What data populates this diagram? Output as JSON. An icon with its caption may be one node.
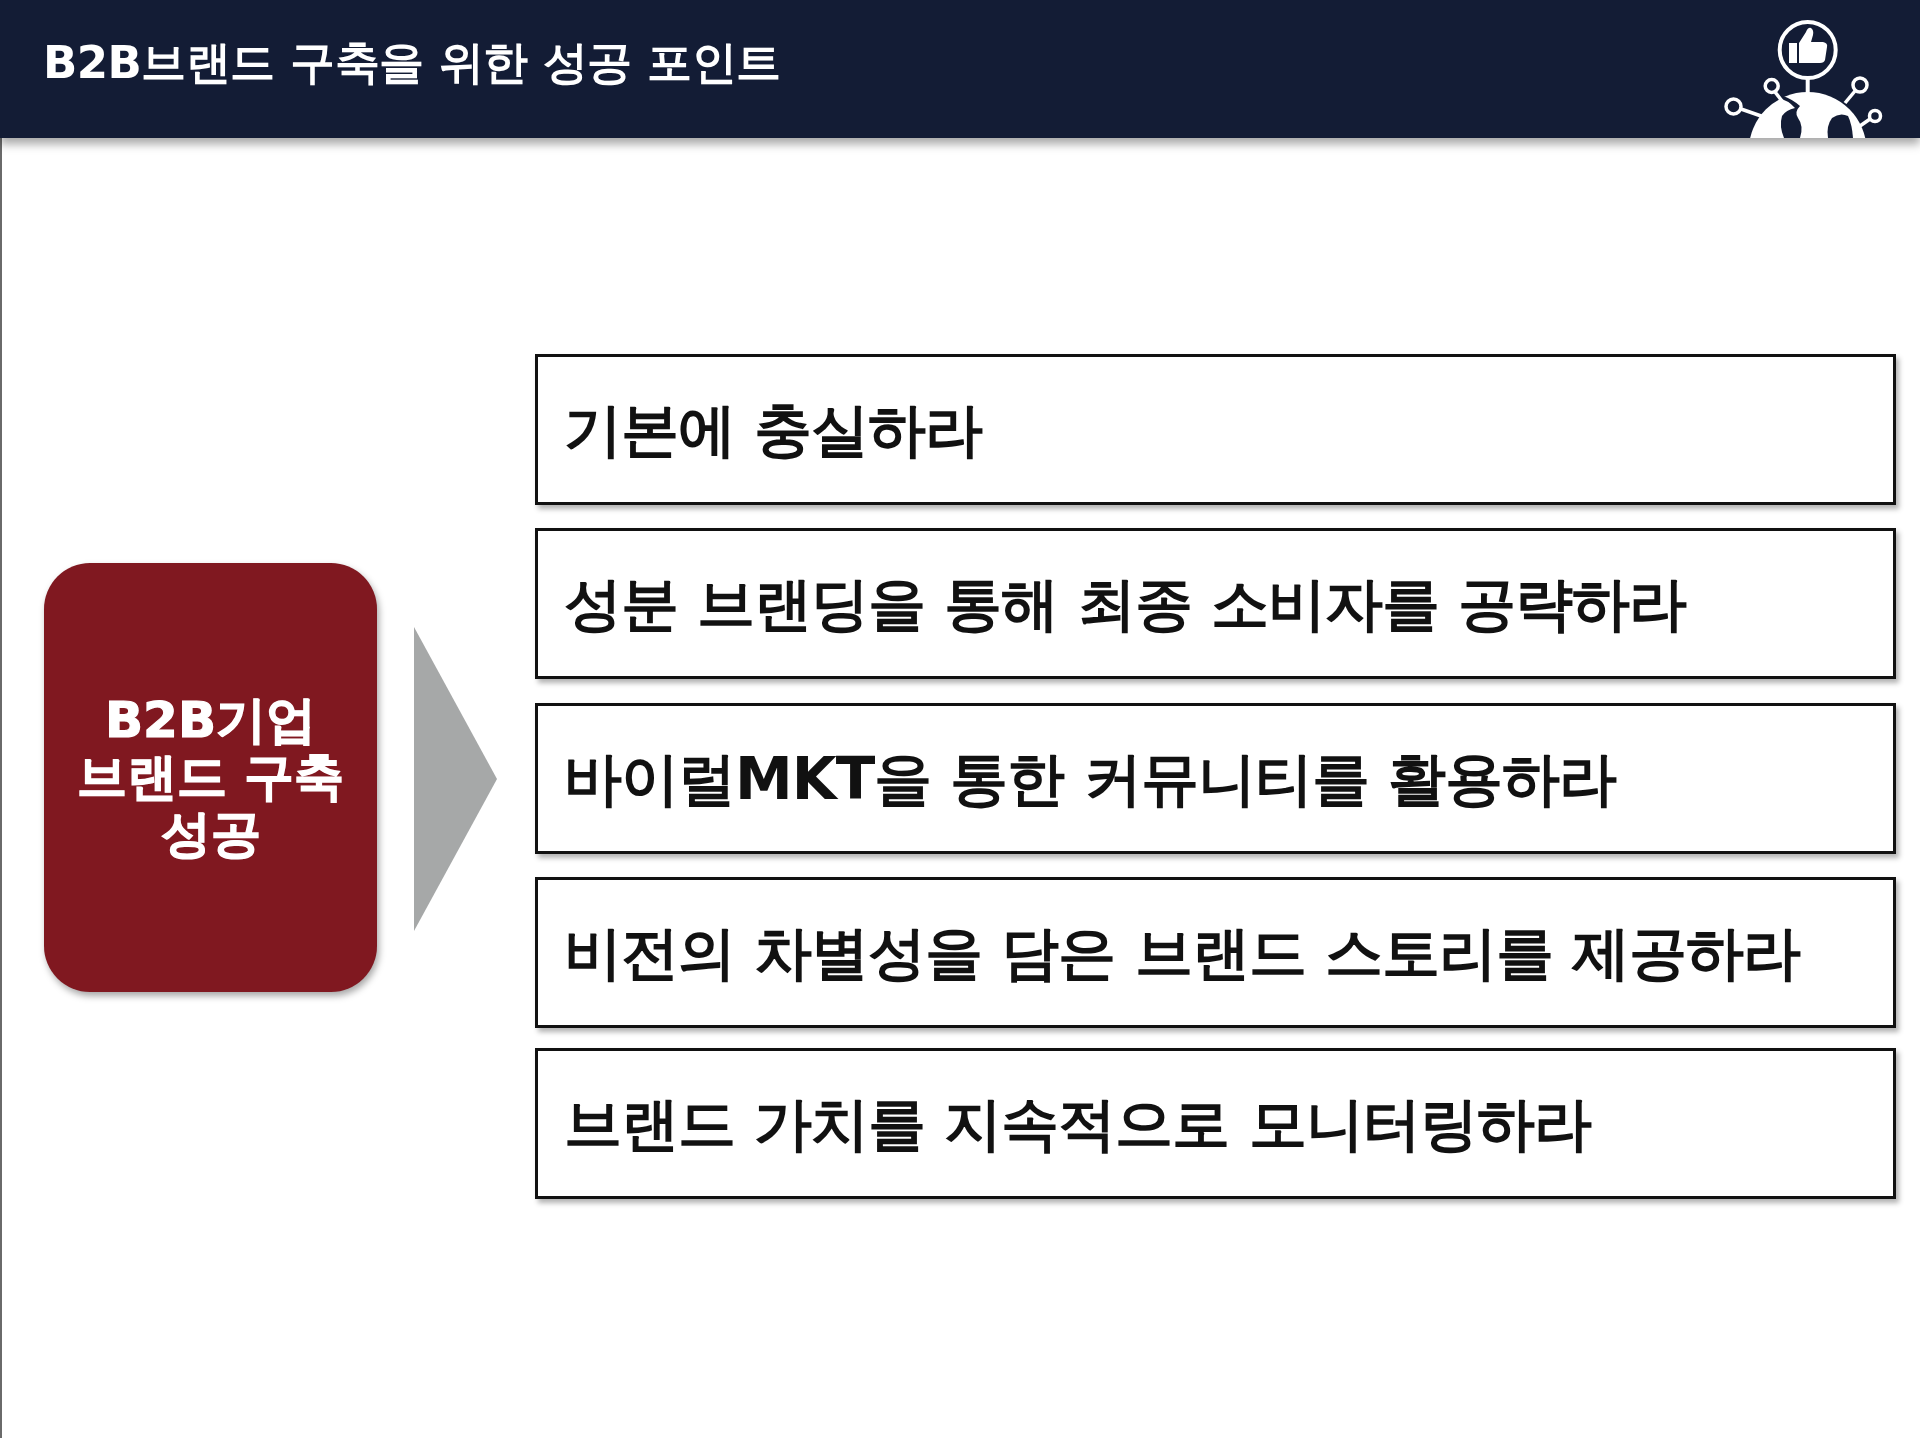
{
  "diagram": {
    "title": "B2B브랜드 구축을 위한 성공 포인트",
    "nodes": [
      {
        "text": [
          "B2B기업 브랜드 구축 성공"
        ]
      },
      {
        "text": [
          "기본에 충실하라"
        ]
      },
      {
        "text": [
          "성분 브랜딩을 통해 최종 소비자를 공략하라"
        ]
      },
      {
        "text": [
          "바이럴MKT을 통한 커뮤니티를 활용하라"
        ]
      },
      {
        "text": [
          "비전의 차별성을 담은 브랜드 스토리를 제공하라"
        ]
      },
      {
        "text": [
          "브랜드 가치를 지속적으로 모니터링하라"
        ]
      }
    ],
    "edges": [
      {
        "from": 0,
        "to": 3,
        "arrow": "to"
      }
    ]
  }
}
